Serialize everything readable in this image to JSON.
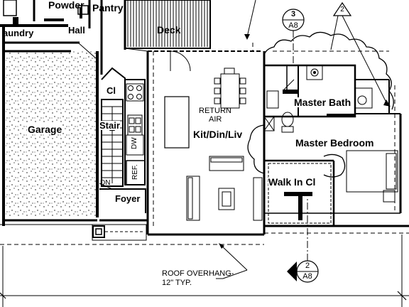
{
  "rooms": {
    "powder": "Powder",
    "pantry": "Pantry",
    "laundry": "aundry",
    "hall": "Hall",
    "deck": "Deck",
    "garage": "Garage",
    "closet": "Cl",
    "stair": "Stair",
    "foyer": "Foyer",
    "kit_din_liv": "Kit/Din/Liv",
    "master_bath": "Master Bath",
    "master_bedroom": "Master Bedroom",
    "walk_in_closet": "Walk In Cl"
  },
  "labels": {
    "return_air_line1": "RETURN",
    "return_air_line2": "AIR",
    "dn": "DN",
    "dw": "DW",
    "ref": "REF.",
    "roof_overhang_line1": "ROOF OVERHANG-",
    "roof_overhang_line2": "12\" TYP."
  },
  "tags": {
    "section_top_number": "3",
    "section_top_sheet": "A8",
    "section_bottom_number": "2",
    "section_bottom_sheet": "A8",
    "revision_number": "2"
  }
}
